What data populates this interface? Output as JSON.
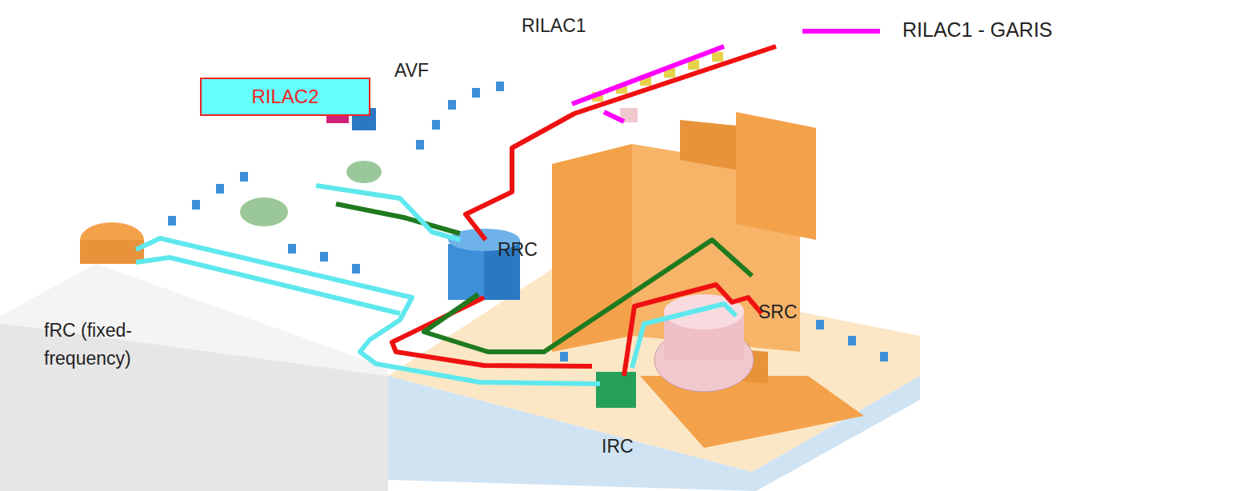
{
  "diagram": {
    "nodes": [
      {
        "text": [
          "RILAC2"
        ]
      }
    ],
    "labels": [
      "RILAC1",
      "AVF",
      "RRC",
      "SRC",
      "fRC (fixed- frequency)",
      "IRC"
    ],
    "legend": [
      {
        "text": "RILAC1 - GARIS"
      }
    ]
  }
}
